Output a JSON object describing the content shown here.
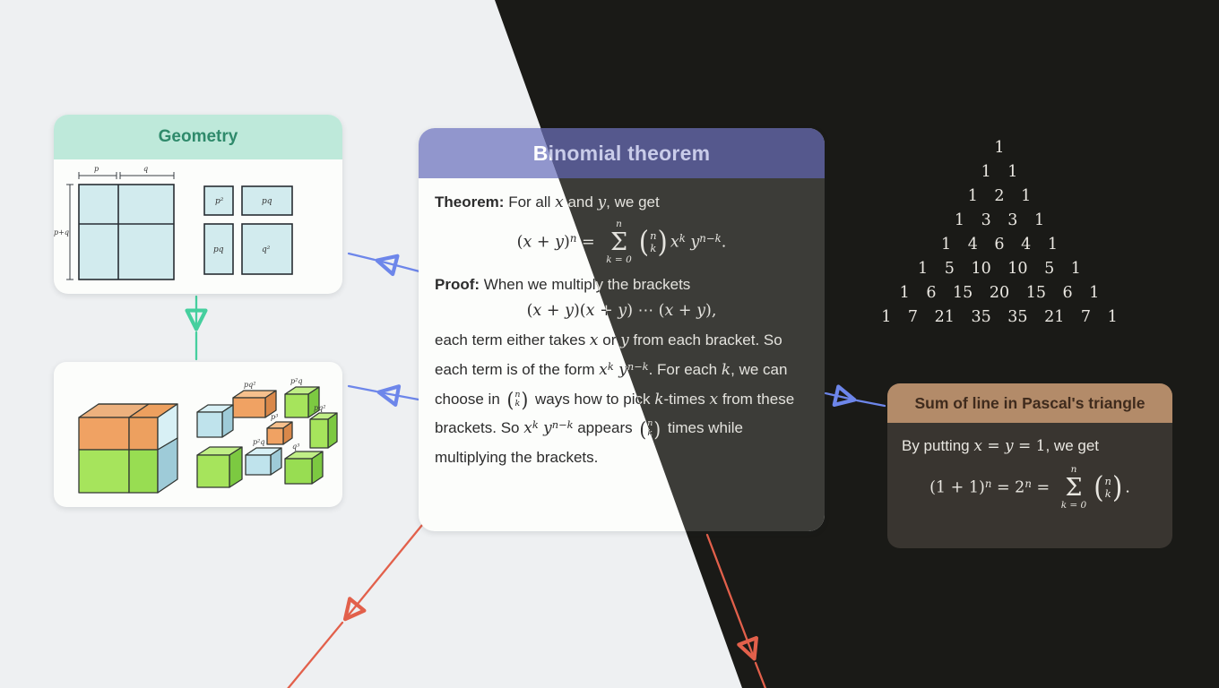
{
  "theme": {
    "light_bg": "#eef0f2",
    "dark_bg": "#1a1a17",
    "arrow_blue": "#6d86ea",
    "arrow_green": "#45cf9e",
    "arrow_red": "#e2604b",
    "geometry_header": "#bee9da",
    "binomial_header_light": "#9196cd",
    "binomial_header_dark": "#55588d",
    "sum_header": "#b38b69"
  },
  "geometry_card": {
    "title": "Geometry",
    "diagram": {
      "dim_p": "p",
      "dim_q": "q",
      "dim_p_plus_q": "p+q",
      "label_p2": "p²",
      "label_pq_top": "pq",
      "label_pq_bottom": "pq",
      "label_q2": "q²"
    }
  },
  "cube_card": {
    "labels": [
      "pq²",
      "p²q",
      "p³",
      "pq²",
      "p²q",
      "q³"
    ]
  },
  "binomial_card": {
    "title": "Binomial theorem",
    "theorem_line": [
      {
        "text": "Theorem:",
        "style": "b"
      },
      {
        "text": " For all ",
        "style": ""
      },
      {
        "text": "x",
        "style": "m"
      },
      {
        "text": " and ",
        "style": ""
      },
      {
        "text": "y",
        "style": "m"
      },
      {
        "text": ", we get",
        "style": ""
      }
    ],
    "main_formula": [
      {
        "text": "(",
        "style": "r"
      },
      {
        "text": "x",
        "style": "m"
      },
      {
        "text": " + ",
        "style": "r"
      },
      {
        "text": "y",
        "style": "m"
      },
      {
        "text": ")",
        "style": "r"
      },
      {
        "text": "n",
        "style": "m sup"
      },
      {
        "text": " = ",
        "style": "r"
      },
      {
        "sum": {
          "top": "n",
          "bottom": "k = 0"
        }
      },
      {
        "binom": {
          "top": "n",
          "bottom": "k"
        }
      },
      {
        "text": "x",
        "style": "m"
      },
      {
        "text": "k",
        "style": "m sup"
      },
      {
        "text": " y",
        "style": "m"
      },
      {
        "text": "n−k",
        "style": "m sup"
      },
      {
        "text": ".",
        "style": "r"
      }
    ],
    "proof_line": [
      {
        "text": "Proof:",
        "style": "b"
      },
      {
        "text": " When we multiply the brackets",
        "style": ""
      }
    ],
    "brackets_formula": [
      {
        "text": "(",
        "style": "r"
      },
      {
        "text": "x",
        "style": "m"
      },
      {
        "text": " + ",
        "style": "r"
      },
      {
        "text": "y",
        "style": "m"
      },
      {
        "text": ")(",
        "style": "r"
      },
      {
        "text": "x",
        "style": "m"
      },
      {
        "text": " + ",
        "style": "r"
      },
      {
        "text": "y",
        "style": "m"
      },
      {
        "text": ") ⋯ (",
        "style": "r"
      },
      {
        "text": "x",
        "style": "m"
      },
      {
        "text": " + ",
        "style": "r"
      },
      {
        "text": "y",
        "style": "m"
      },
      {
        "text": "),",
        "style": "r"
      }
    ],
    "proof_body": [
      {
        "text": "each term either takes ",
        "style": ""
      },
      {
        "text": "x",
        "style": "m"
      },
      {
        "text": " or ",
        "style": ""
      },
      {
        "text": "y",
        "style": "m"
      },
      {
        "text": " from each bracket. So each term is of the form ",
        "style": ""
      },
      {
        "text": "x",
        "style": "m"
      },
      {
        "text": "k",
        "style": "m sup"
      },
      {
        "text": " y",
        "style": "m"
      },
      {
        "text": "n−k",
        "style": "m sup"
      },
      {
        "text": ". For each ",
        "style": ""
      },
      {
        "text": "k",
        "style": "m"
      },
      {
        "text": ", we can choose in ",
        "style": ""
      },
      {
        "binom": {
          "top": "n",
          "bottom": "k"
        },
        "small": true
      },
      {
        "text": " ways how to pick ",
        "style": ""
      },
      {
        "text": "k",
        "style": "m"
      },
      {
        "text": "-times ",
        "style": ""
      },
      {
        "text": "x",
        "style": "m"
      },
      {
        "text": " from these brackets. So ",
        "style": ""
      },
      {
        "text": "x",
        "style": "m"
      },
      {
        "text": "k",
        "style": "m sup"
      },
      {
        "text": " y",
        "style": "m"
      },
      {
        "text": "n−k",
        "style": "m sup"
      },
      {
        "text": " appears ",
        "style": ""
      },
      {
        "binom": {
          "top": "n",
          "bottom": "k"
        },
        "small": true
      },
      {
        "text": " times while multiplying the brackets.",
        "style": ""
      }
    ]
  },
  "pascal_triangle": {
    "rows": [
      "1",
      "1 1",
      "1 2 1",
      "1 3 3 1",
      "1 4 6 4 1",
      "1 5 10 10 5 1",
      "1 6 15 20 15 6 1",
      "1 7 21 35 35 21 7 1"
    ]
  },
  "sum_card": {
    "title": "Sum of line in Pascal's triangle",
    "intro": [
      {
        "text": "By putting ",
        "style": ""
      },
      {
        "text": "x",
        "style": "m"
      },
      {
        "text": " = ",
        "style": "r"
      },
      {
        "text": "y",
        "style": "m"
      },
      {
        "text": " = 1",
        "style": "r"
      },
      {
        "text": ", we get",
        "style": ""
      }
    ],
    "formula": [
      {
        "text": "(1 + 1)",
        "style": "r"
      },
      {
        "text": "n",
        "style": "m sup"
      },
      {
        "text": " = 2",
        "style": "r"
      },
      {
        "text": "n",
        "style": "m sup"
      },
      {
        "text": " = ",
        "style": "r"
      },
      {
        "sum": {
          "top": "n",
          "bottom": "k = 0"
        }
      },
      {
        "binom": {
          "top": "n",
          "bottom": "k"
        }
      },
      {
        "text": ".",
        "style": "r"
      }
    ]
  }
}
